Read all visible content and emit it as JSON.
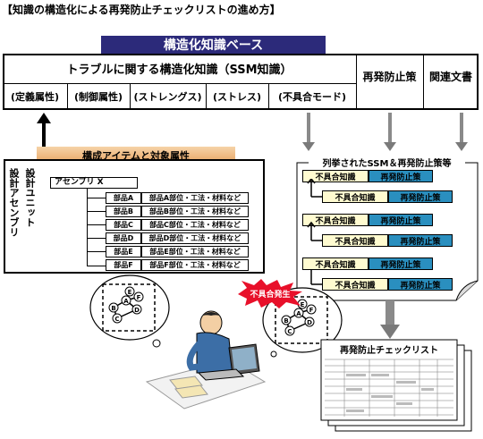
{
  "header": {
    "title": "【知識の構造化による再発防止チェックリストの進め方】"
  },
  "knowledge_base": {
    "title": "構造化知識ベース",
    "structured_knowledge": "トラブルに関する構造化知識（SSM知識）",
    "prevention": "再発防止策",
    "related_docs": "関連文書",
    "attributes": [
      "(定義属性)",
      "(制御属性)",
      "(ストレングス)",
      "(ストレス)",
      "(不具合モード)"
    ]
  },
  "config": {
    "title": "構成アイテムと対象属性",
    "side_labels": [
      "設計アセンブリ",
      "設計ユニット"
    ],
    "assembly": "アセンブリ X",
    "parts": [
      {
        "name": "部品A",
        "detail": "部品A部位・工法・材料など"
      },
      {
        "name": "部品B",
        "detail": "部品B部位・工法・材料など"
      },
      {
        "name": "部品C",
        "detail": "部品C部位・工法・材料など"
      },
      {
        "name": "部品D",
        "detail": "部品D部位・工法・材料など"
      },
      {
        "name": "部品E",
        "detail": "部品E部位・工法・材料など"
      },
      {
        "name": "部品F",
        "detail": "部品F部位・工法・材料など"
      }
    ]
  },
  "enumerated": {
    "title": "列挙されたSSM＆再発防止策等",
    "knowledge_label": "不具合知識",
    "prevention_label": "再発防止策"
  },
  "burst": {
    "label": "不具合発生"
  },
  "nodes": [
    "A",
    "B",
    "C",
    "D",
    "E",
    "F"
  ],
  "checklist": {
    "title": "再発防止チェックリスト"
  },
  "colors": {
    "kb_title_bg": "#2c2a7a",
    "knowledge_bg": "#fffbd0",
    "prevention_bg": "#2a8fbf",
    "burst": "#e8102a",
    "config_orange": "#e7a25f"
  }
}
